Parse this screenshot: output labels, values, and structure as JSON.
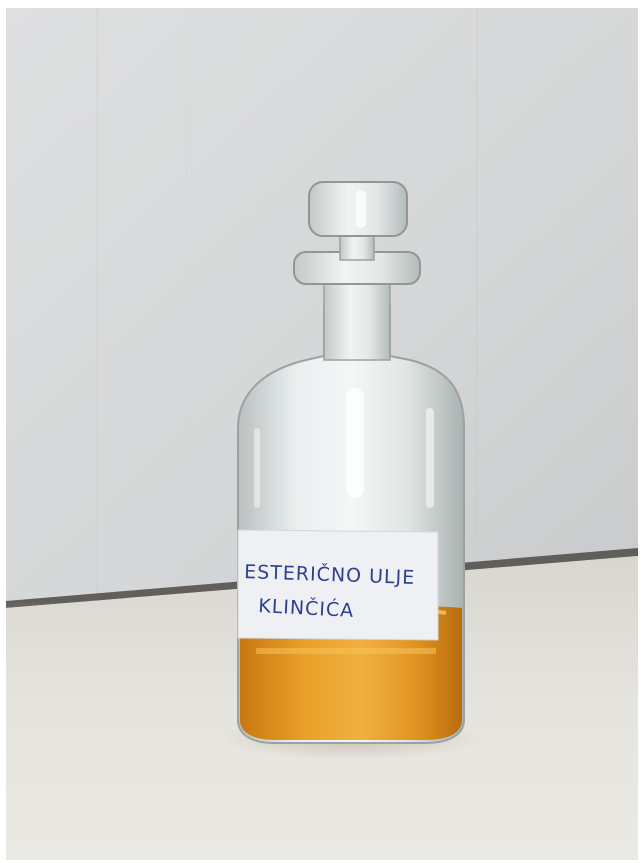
{
  "photo": {
    "subject": "glass-bottle-with-label",
    "colors": {
      "wall": "#d9dadb",
      "wall_shadow": "#c9cbcc",
      "table": "#e4e2dc",
      "liquid": "#e0951f",
      "liquid_dark": "#c87a12",
      "glass": "#dfe4e3",
      "label_paper": "#eef0f3",
      "ink": "#2f3f8f"
    },
    "label": {
      "line1": "ESTERIČNO ULJE",
      "line2": "KLINČIĆA"
    }
  }
}
